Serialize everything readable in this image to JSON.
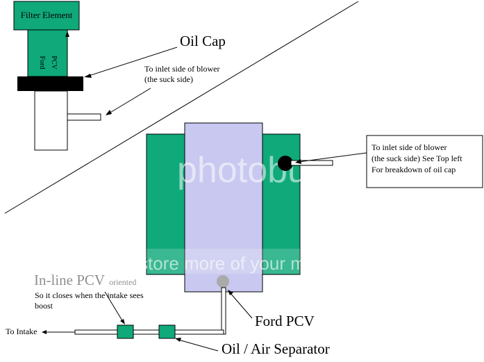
{
  "labels": {
    "filter_element": "Filter Element",
    "ford_pcv_vertical_1": "Ford",
    "ford_pcv_vertical_2": "PCV",
    "oil_cap": "Oil Cap",
    "inlet_top_line1": "To inlet side of blower",
    "inlet_top_line2": "(the suck side)",
    "inlet_box_line1": "To inlet side of blower",
    "inlet_box_line2": "(the suck side) See Top left",
    "inlet_box_line3": "For breakdown of oil cap",
    "inline_pcv": "In-line PCV",
    "oriented": "oriented",
    "closes_line1": "So it closes when the intake sees",
    "closes_line2": "boost",
    "to_intake": "To Intake",
    "ford_pcv": "Ford PCV",
    "separator": "Oil / Air Separator"
  },
  "watermark": {
    "line1": "photobucket",
    "line2": "store more of your memories"
  },
  "colors": {
    "green": "#0fa97a",
    "lavender": "#c8c8f0",
    "black": "#000000",
    "grey_knob": "#aaaaaa",
    "muted_text": "#8f8f8f"
  }
}
